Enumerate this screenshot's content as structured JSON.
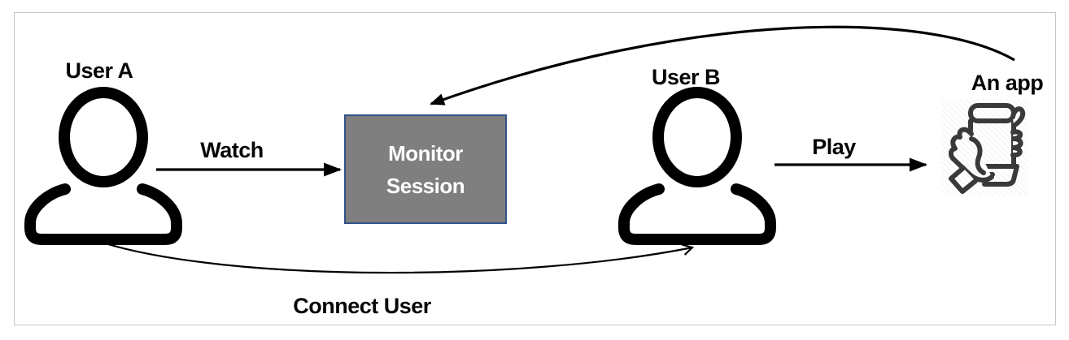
{
  "diagram": {
    "title": "",
    "nodes": {
      "user_a": {
        "label": "User A",
        "icon": "person-icon"
      },
      "user_b": {
        "label": "User B",
        "icon": "person-icon"
      },
      "monitor_session": {
        "lines": [
          "Monitor",
          "Session"
        ],
        "fill": "#7F7F7F",
        "border_color": "#2F5288",
        "text_color": "#FFFFFF"
      },
      "an_app": {
        "label": "An app",
        "icon": "hand-holding-phone-icon",
        "icon_color": "#3A3A3A"
      }
    },
    "edges": [
      {
        "from": "user_a",
        "to": "monitor_session",
        "label": "Watch",
        "style": "straight-solid-arrow"
      },
      {
        "from": "user_b",
        "to": "an_app",
        "label": "Play",
        "style": "straight-solid-arrow"
      },
      {
        "from": "an_app",
        "to": "monitor_session",
        "style": "curved-solid-arrow"
      },
      {
        "from": "user_a",
        "to": "user_b",
        "label": "Connect User",
        "style": "curved-open-arrow"
      }
    ],
    "colors": {
      "connector": "#000000",
      "person_icon": "#000000",
      "frame_border": "#C6C6C6",
      "background": "#FFFFFF"
    }
  }
}
